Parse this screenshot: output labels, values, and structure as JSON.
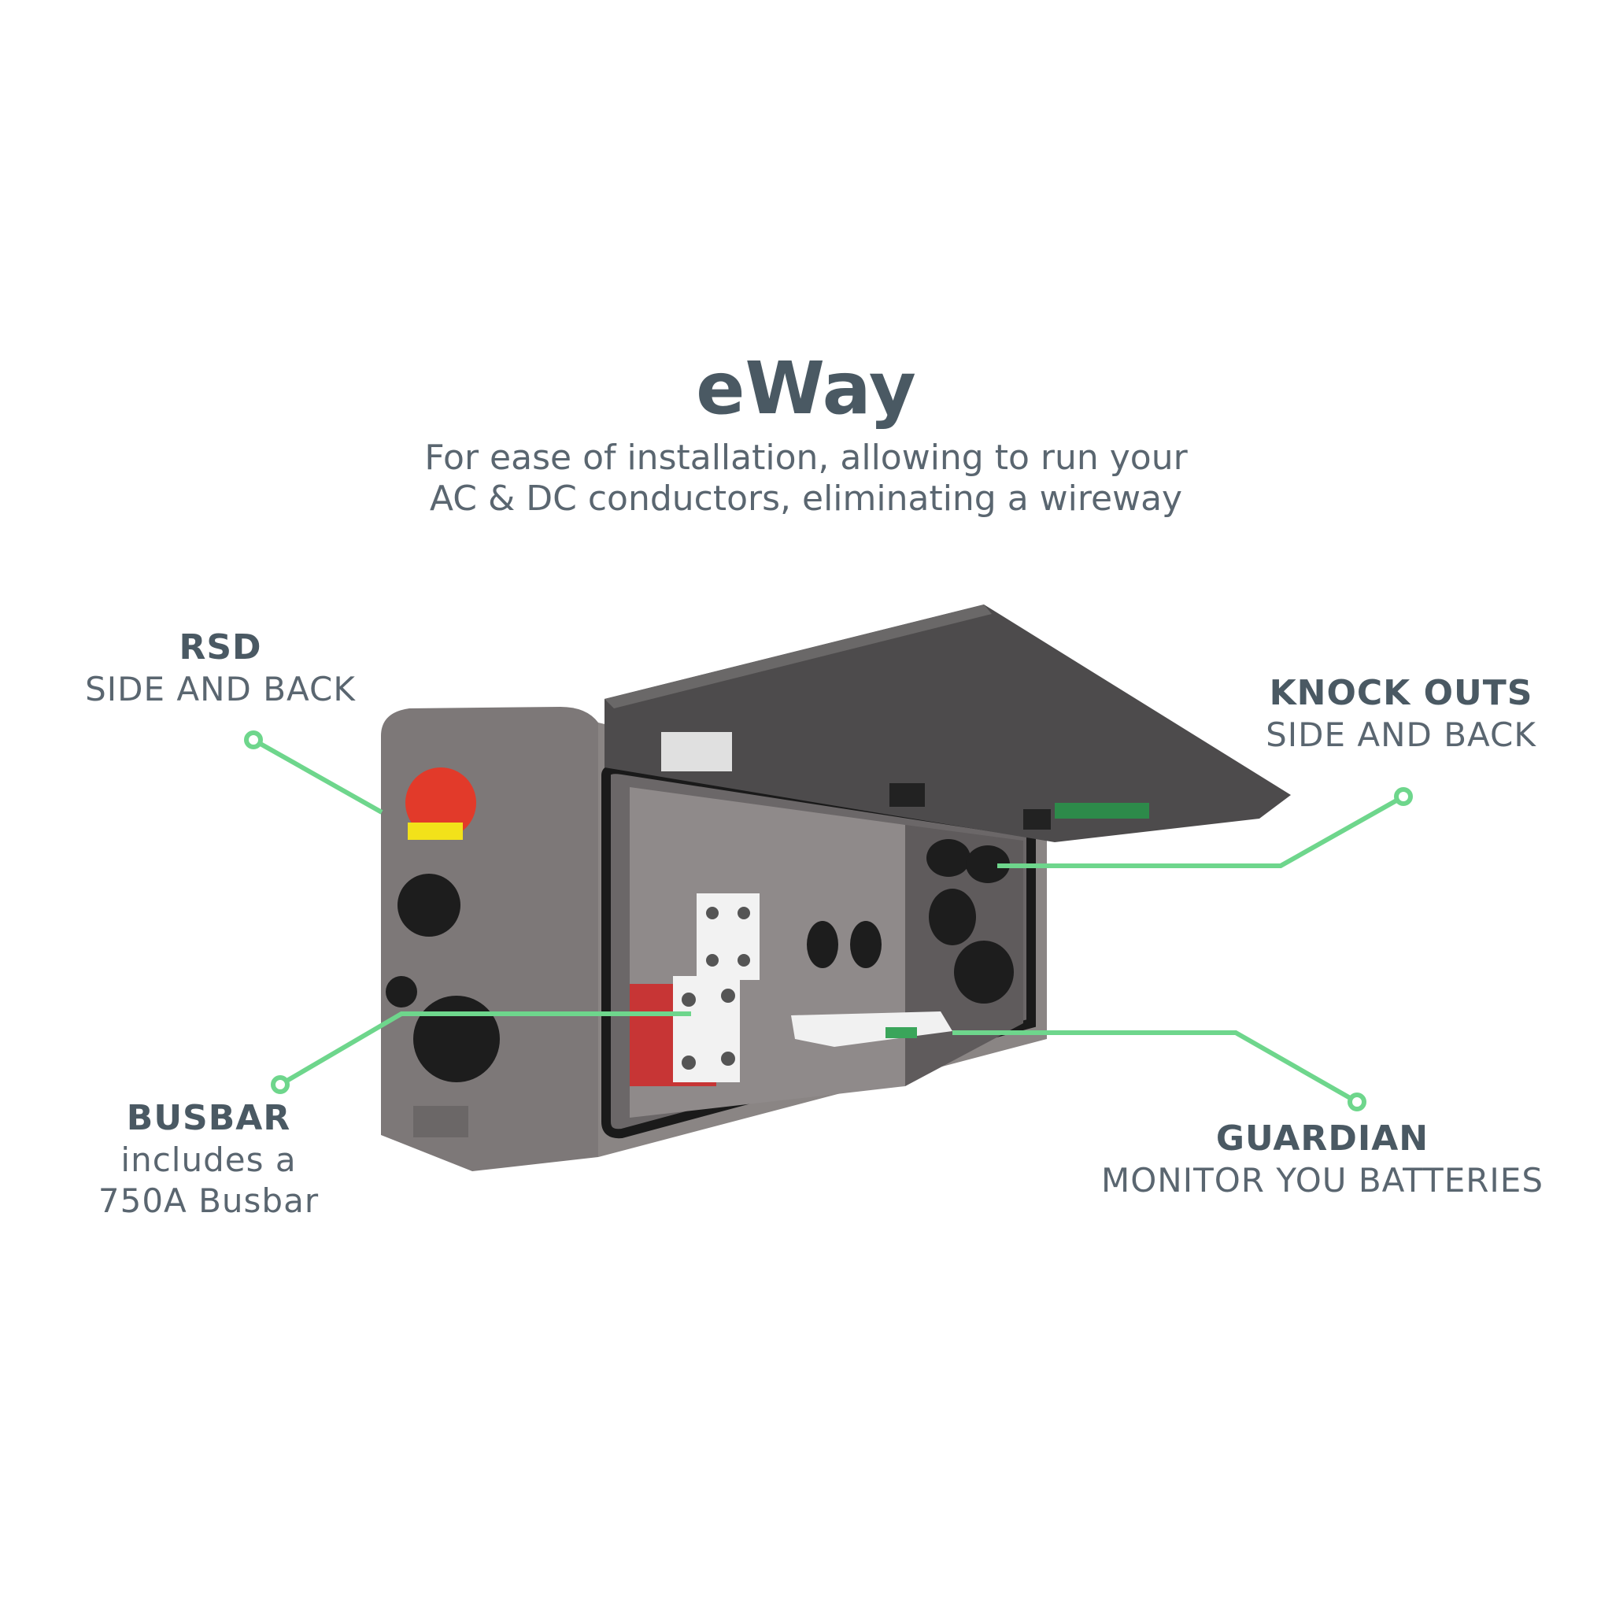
{
  "title": "eWay",
  "subtitle": {
    "line1": "For ease of installation, allowing to run your",
    "line2": "AC & DC conductors, eliminating a wireway"
  },
  "callouts": {
    "rsd": {
      "head": "RSD",
      "sub1": "SIDE AND BACK"
    },
    "knock_outs": {
      "head": "KNOCK OUTS",
      "sub1": "SIDE AND BACK"
    },
    "busbar": {
      "head": "BUSBAR",
      "sub1": "includes a",
      "sub2": "750A Busbar"
    },
    "guardian": {
      "head": "GUARDIAN",
      "sub1": "MONITOR YOU BATTERIES"
    }
  },
  "colors": {
    "leader_line": "#6ed68c",
    "text_dark": "#4a5963",
    "enclosure": "#7a7574",
    "lid": "#4d4b4c"
  }
}
